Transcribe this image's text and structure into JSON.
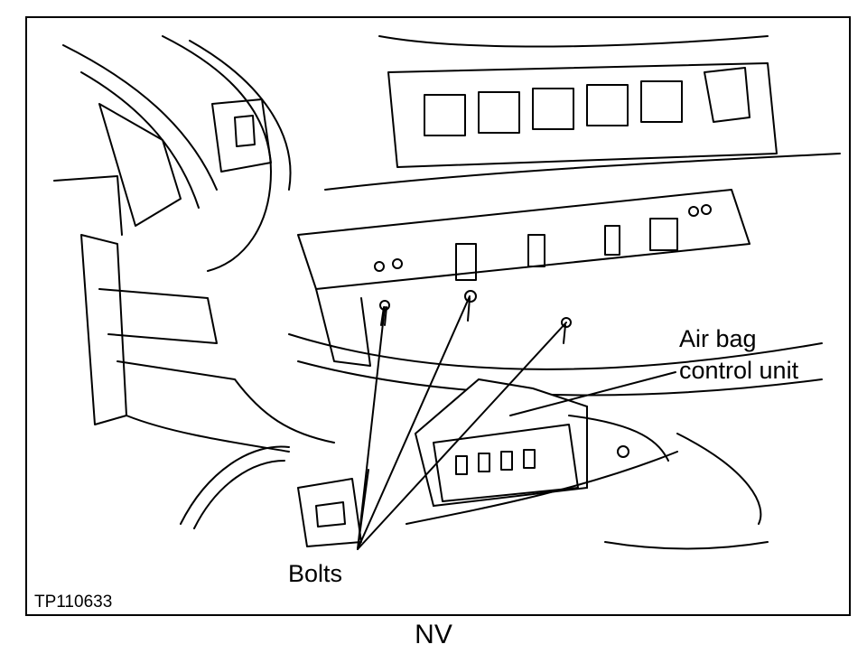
{
  "figure": {
    "callouts": {
      "airbag_line1": "Air bag",
      "airbag_line2": "control unit",
      "bolts": "Bolts"
    },
    "figure_code": "TP110633"
  },
  "caption": "NV"
}
